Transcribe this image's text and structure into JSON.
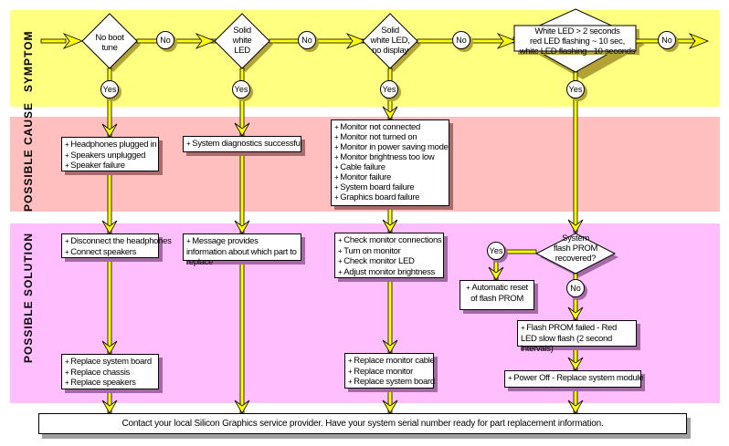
{
  "bands": {
    "symptom": "SYMPTOM",
    "cause": "POSSIBLE CAUSE",
    "solution": "POSSIBLE SOLUTION"
  },
  "colors": {
    "symptom_band": "#ffff80",
    "cause_band": "#ffbfbf",
    "solution_band": "#ffbfff",
    "arrow": "#ffff00"
  },
  "decisions": [
    {
      "lines": [
        "No boot",
        "tune"
      ]
    },
    {
      "lines": [
        "Solid",
        "white",
        "LED"
      ]
    },
    {
      "lines": [
        "Solid",
        "white LED,",
        "no display"
      ]
    },
    {
      "lines": [
        "White LED > 2 seconds",
        "red LED flashing ~ 10 sec,",
        "white LED flashing ~10 seconds"
      ]
    },
    {
      "lines": [
        "System",
        "flash PROM",
        "recovered?"
      ]
    }
  ],
  "labels": {
    "yes": "Yes",
    "no": "No"
  },
  "causes": [
    [
      "Headphones plugged in",
      "Speakers unplugged",
      "Speaker failure"
    ],
    [
      "System diagnostics successful"
    ],
    [
      "Monitor not connected",
      "Monitor not turned on",
      "Monitor in power saving mode",
      "Monitor brightness too low",
      "Cable failure",
      "Monitor failure",
      "System board failure",
      "Graphics board failure"
    ]
  ],
  "solutions_first": [
    [
      "Disconnect the headphones",
      "Connect speakers"
    ],
    [
      "Message provides information about which part to replace"
    ],
    [
      "Check monitor connections",
      "Turn on monitor",
      "Check monitor LED",
      "Adjust monitor brightness"
    ]
  ],
  "solutions_final": [
    [
      "Replace system board",
      "Replace chassis",
      "Replace speakers"
    ],
    [
      "Replace monitor cable",
      "Replace monitor",
      "Replace system board"
    ]
  ],
  "prom": {
    "auto_reset": "Automatic reset of flash PROM",
    "failed": "Flash PROM failed - Red LED slow flash (2 second intervals)",
    "power_off": "Power Off - Replace system module"
  },
  "footer": "Contact your local Silicon Graphics service provider.  Have your system serial number ready for part replacement information."
}
